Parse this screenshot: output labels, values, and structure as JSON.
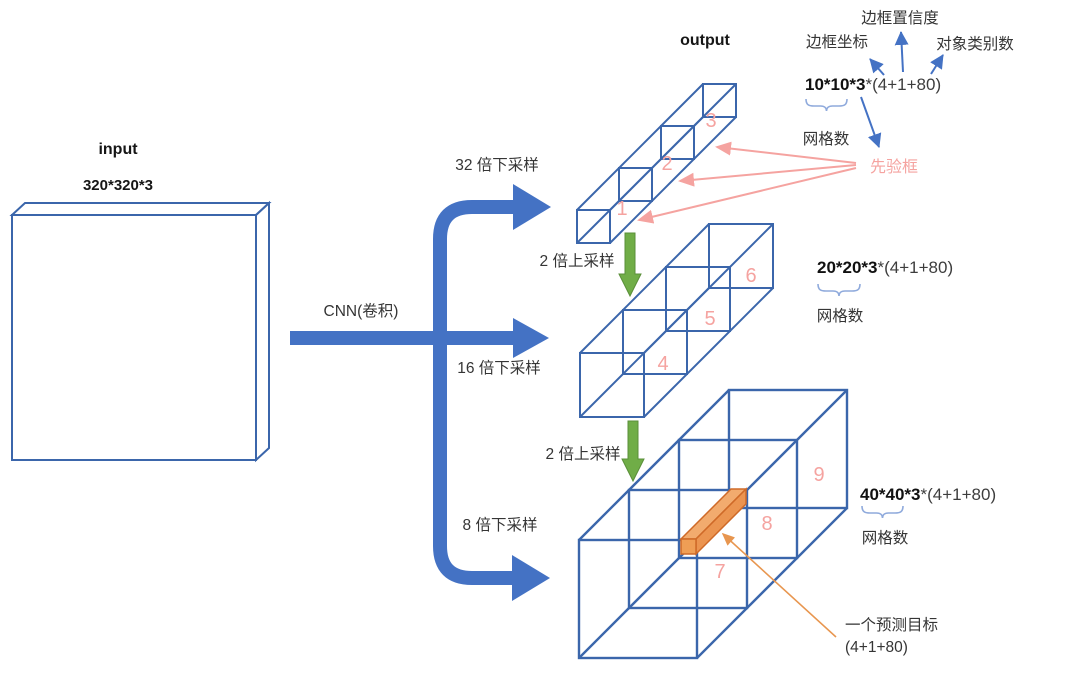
{
  "diagram": {
    "input": {
      "title": "input",
      "dims": "320*320*3"
    },
    "output_title": "output",
    "cnn_label": "CNN(卷积)",
    "downsample_32": "32 倍下采样",
    "downsample_16": "16 倍下采样",
    "downsample_8": "8 倍下采样",
    "upsample_a": "2 倍上采样",
    "upsample_b": "2 倍上采样",
    "head_labels": {
      "bbox_coord": "边框坐标",
      "bbox_conf": "边框置信度",
      "num_classes": "对象类别数",
      "anchor": "先验框"
    },
    "outputs": [
      {
        "dims_bold": "10*10*3",
        "dims_rest": "*(4+1+80)",
        "grid_label": "网格数"
      },
      {
        "dims_bold": "20*20*3",
        "dims_rest": "*(4+1+80)",
        "grid_label": "网格数"
      },
      {
        "dims_bold": "40*40*3",
        "dims_rest": "*(4+1+80)",
        "grid_label": "网格数"
      }
    ],
    "cells": [
      "1",
      "2",
      "3",
      "4",
      "5",
      "6",
      "7",
      "8",
      "9"
    ],
    "prediction": {
      "line1": "一个预测目标",
      "line2": "(4+1+80)"
    },
    "colors": {
      "accent_blue": "#4472C4",
      "box_stroke_blue": "#3b66ab",
      "green": "#70AD47",
      "pink": "#f5a3a0",
      "orange": "#ED7D31",
      "orange_fill": "#f0a468",
      "brace_blue": "#8FAADC",
      "text_dark": "#2f2f2f"
    }
  }
}
